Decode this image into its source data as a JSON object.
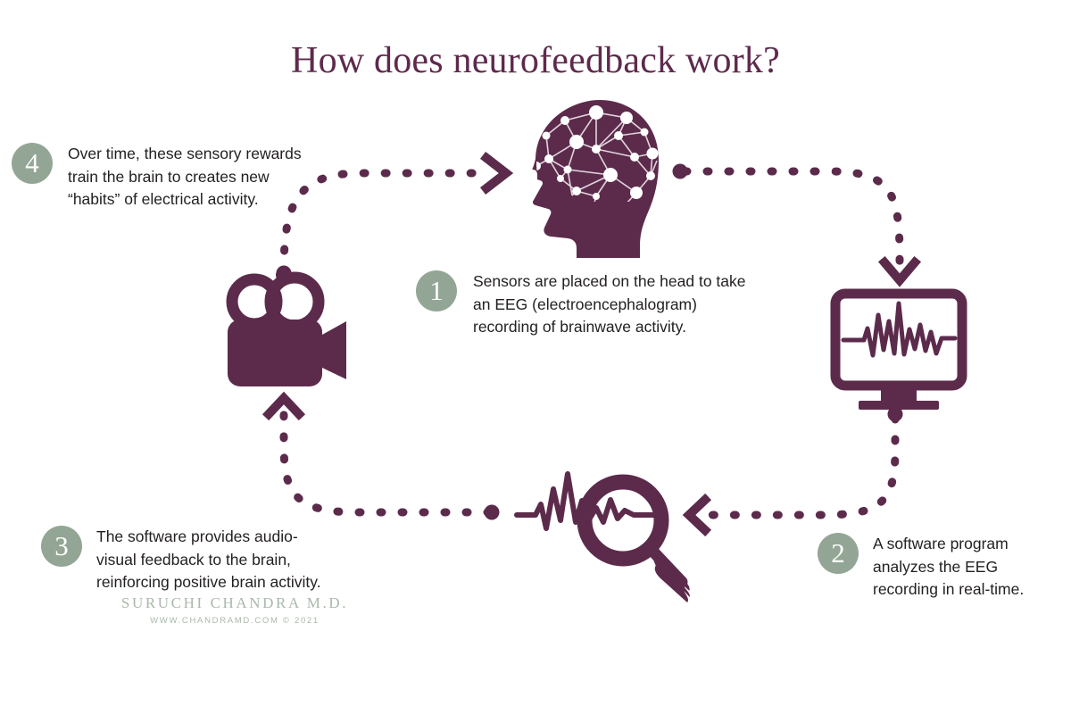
{
  "title": "How does neurofeedback work?",
  "colors": {
    "plum": "#5e2a4c",
    "plum_fill": "#5c2b4b",
    "sage": "#93a695",
    "sage_light": "#a9b8aa",
    "text": "#231f20",
    "background": "#ffffff"
  },
  "steps": [
    {
      "number": "1",
      "text": "Sensors are placed on the head to take\nan EEG (electroencephalogram)\nrecording of brainwave activity."
    },
    {
      "number": "2",
      "text": "A software program\nanalyzes the EEG\nrecording in real-time."
    },
    {
      "number": "3",
      "text": "The software provides audio-\nvisual feedback to the brain,\nreinforcing positive brain activity."
    },
    {
      "number": "4",
      "text": "Over time, these sensory rewards\ntrain the brain to creates new\n“habits” of electrical activity."
    }
  ],
  "icons": {
    "head": "head-with-eeg-sensors-icon",
    "monitor": "monitor-eeg-waveform-icon",
    "magnifier": "magnifier-waveform-icon",
    "camera": "video-camera-icon",
    "arrow_head_to_monitor": "dotted-arrow-right-down-icon",
    "arrow_monitor_to_magnifier": "dotted-arrow-down-left-icon",
    "arrow_magnifier_to_camera": "dotted-arrow-left-up-icon",
    "arrow_camera_to_head": "dotted-arrow-up-right-icon"
  },
  "credit": {
    "name": "SURUCHI CHANDRA M.D.",
    "url": "WWW.CHANDRAMD.COM © 2021"
  }
}
